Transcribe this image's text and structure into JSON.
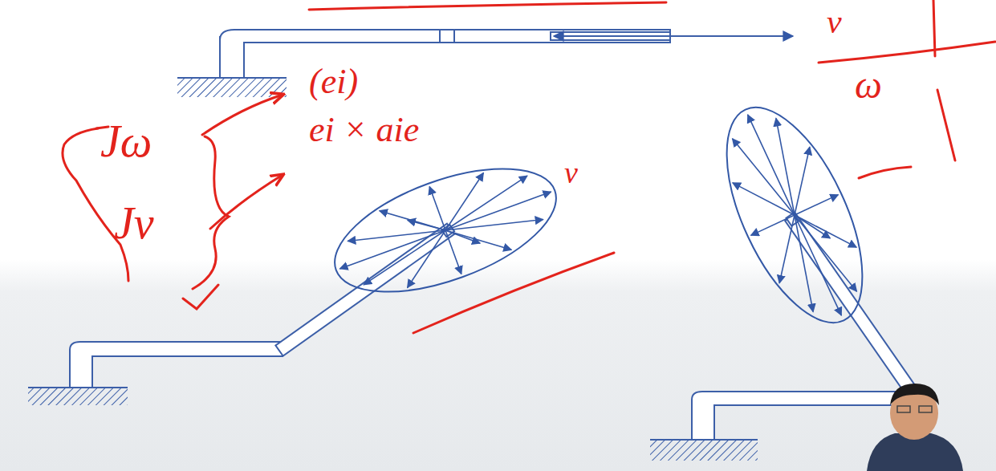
{
  "diagram": {
    "labels": [
      "Jω",
      "Jv",
      "(ei)",
      "ei × aie",
      "v",
      "v",
      "ω"
    ]
  }
}
